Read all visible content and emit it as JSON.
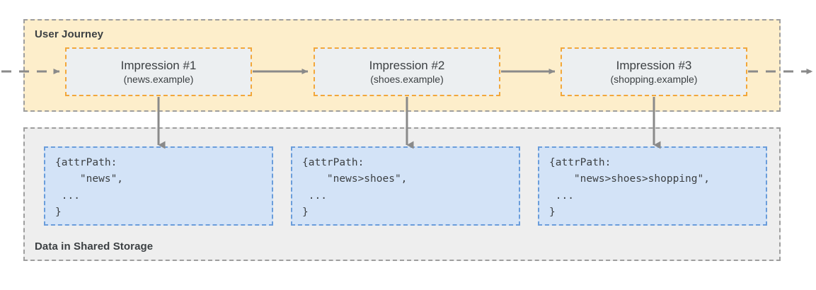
{
  "diagram": {
    "title": "Shared Storage attrPath accumulation across impressions",
    "colors": {
      "journey_fill": "#fdeecb",
      "journey_border": "#9e9e9e",
      "storage_fill": "#eeeeee",
      "storage_border": "#9e9e9e",
      "impression_fill": "#eceff1",
      "impression_border": "#f2a73b",
      "data_fill": "#d3e3f7",
      "data_border": "#6a9ddb",
      "arrow": "#8a8a8a",
      "text": "#3c4043"
    }
  },
  "journey": {
    "label": "User Journey",
    "impressions": [
      {
        "title": "Impression #1",
        "site": "(news.example)"
      },
      {
        "title": "Impression #2",
        "site": "(shoes.example)"
      },
      {
        "title": "Impression #3",
        "site": "(shopping.example)"
      }
    ]
  },
  "storage": {
    "label": "Data in Shared Storage",
    "entries": [
      {
        "code": "{attrPath:\n    \"news\",\n ...\n}"
      },
      {
        "code": "{attrPath:\n    \"news>shoes\",\n ...\n}"
      },
      {
        "code": "{attrPath:\n    \"news>shoes>shopping\",\n ...\n}"
      }
    ]
  },
  "connectors": {
    "entry_arrow": "dashed-arrow-in",
    "exit_arrow": "dashed-arrow-out",
    "between_impressions": [
      "solid-arrow-1-to-2",
      "solid-arrow-2-to-3"
    ],
    "impression_to_data": [
      "solid-arrow-down-1",
      "solid-arrow-down-2",
      "solid-arrow-down-3"
    ]
  }
}
